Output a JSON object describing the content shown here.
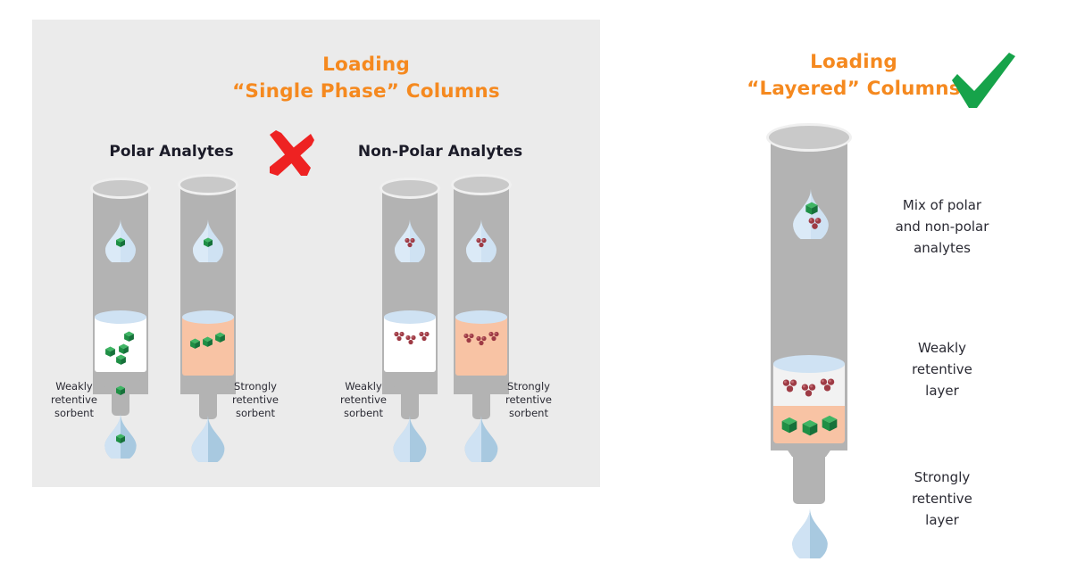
{
  "meta": {
    "background_color": "#ffffff",
    "panel_color": "#ebebeb",
    "accent_orange": "#F5891F",
    "text_dark": "#1b1b28",
    "column_gray": "#b3b3b3",
    "sorbent_weak_color": "#ffffff",
    "sorbent_strong_color": "#f8c3a4",
    "liquid_top_color": "#cfe2f3",
    "polar_analyte_color": "#1f9d4d",
    "nonpolar_analyte_color": "#9e3b45",
    "x_mark_color": "#ee2222",
    "check_mark_color": "#16a34a"
  },
  "left_panel": {
    "title_line1": "Loading",
    "title_line2": "“Single Phase” Columns",
    "verdict_icon": "x-mark-icon",
    "groups": [
      {
        "heading": "Polar Analytes",
        "analyte_type": "polar",
        "columns": [
          {
            "id": "polar-weak",
            "sorbent": "weak",
            "label_line1": "Weakly",
            "label_line2": "retentive",
            "label_line3": "sorbent",
            "label_side": "left",
            "inlet_drop_analytes": [
              "polar"
            ],
            "bed_analytes": [
              "polar",
              "polar",
              "polar",
              "polar"
            ],
            "spout_analytes": [
              "polar"
            ],
            "eluate_drop_analytes": [
              "polar"
            ]
          },
          {
            "id": "polar-strong",
            "sorbent": "strong",
            "label_line1": "Strongly",
            "label_line2": "retentive",
            "label_line3": "sorbent",
            "label_side": "right",
            "inlet_drop_analytes": [
              "polar"
            ],
            "bed_analytes": [
              "polar",
              "polar",
              "polar"
            ],
            "spout_analytes": [],
            "eluate_drop_analytes": []
          }
        ]
      },
      {
        "heading": "Non-Polar Analytes",
        "analyte_type": "nonpolar",
        "columns": [
          {
            "id": "nonpolar-weak",
            "sorbent": "weak",
            "label_line1": "Weakly",
            "label_line2": "retentive",
            "label_line3": "sorbent",
            "label_side": "left",
            "inlet_drop_analytes": [
              "nonpolar"
            ],
            "bed_analytes": [
              "nonpolar",
              "nonpolar",
              "nonpolar"
            ],
            "spout_analytes": [],
            "eluate_drop_analytes": []
          },
          {
            "id": "nonpolar-strong",
            "sorbent": "strong",
            "label_line1": "Strongly",
            "label_line2": "retentive",
            "label_line3": "sorbent",
            "label_side": "right",
            "inlet_drop_analytes": [
              "nonpolar"
            ],
            "bed_analytes": [
              "nonpolar",
              "nonpolar",
              "nonpolar"
            ],
            "spout_analytes": [],
            "eluate_drop_analytes": []
          }
        ]
      }
    ]
  },
  "right_panel": {
    "title_line1": "Loading",
    "title_line2": "“Layered” Columns",
    "verdict_icon": "check-mark-icon",
    "column": {
      "id": "layered-column",
      "inlet_drop_analytes": [
        "polar",
        "nonpolar"
      ],
      "upper_layer": {
        "name": "weakly-retentive-layer",
        "color": "#f2f2f2",
        "analytes": [
          "nonpolar",
          "nonpolar",
          "nonpolar"
        ]
      },
      "lower_layer": {
        "name": "strongly-retentive-layer",
        "color": "#f8c3a4",
        "analytes": [
          "polar",
          "polar",
          "polar"
        ]
      },
      "eluate_drop_analytes": []
    },
    "callouts": [
      {
        "id": "callout-mix",
        "line1": "Mix of polar",
        "line2": "and non-polar",
        "line3": "analytes"
      },
      {
        "id": "callout-weak",
        "line1": "Weakly",
        "line2": "retentive",
        "line3": "layer"
      },
      {
        "id": "callout-strong",
        "line1": "Strongly",
        "line2": "retentive",
        "line3": "layer"
      }
    ]
  }
}
